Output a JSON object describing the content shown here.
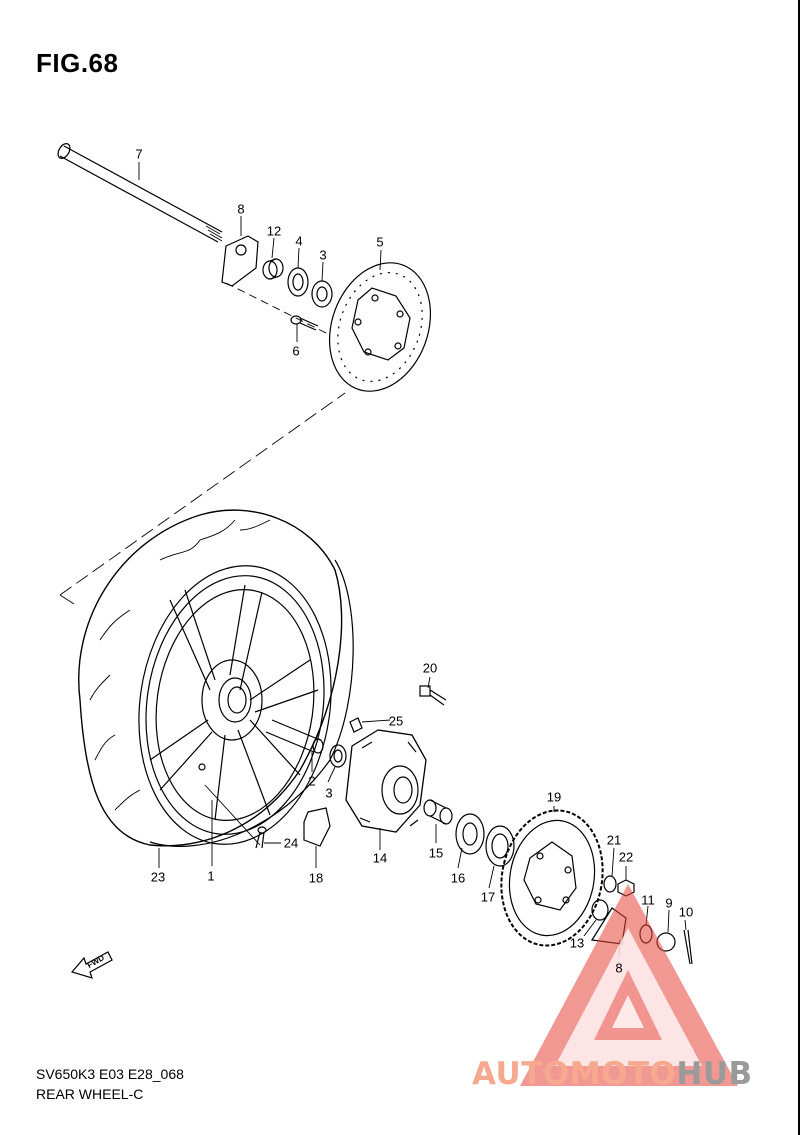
{
  "figure": {
    "title": "FIG.68",
    "code": "SV650K3 E03 E28_068",
    "name": "REAR WHEEL-C"
  },
  "callouts": [
    {
      "id": "7",
      "label": "7"
    },
    {
      "id": "8a",
      "label": "8"
    },
    {
      "id": "12",
      "label": "12"
    },
    {
      "id": "4",
      "label": "4"
    },
    {
      "id": "3a",
      "label": "3"
    },
    {
      "id": "5",
      "label": "5"
    },
    {
      "id": "6",
      "label": "6"
    },
    {
      "id": "20",
      "label": "20"
    },
    {
      "id": "25",
      "label": "25"
    },
    {
      "id": "2",
      "label": "2"
    },
    {
      "id": "3b",
      "label": "3"
    },
    {
      "id": "24",
      "label": "24"
    },
    {
      "id": "18",
      "label": "18"
    },
    {
      "id": "14",
      "label": "14"
    },
    {
      "id": "15",
      "label": "15"
    },
    {
      "id": "16",
      "label": "16"
    },
    {
      "id": "17",
      "label": "17"
    },
    {
      "id": "19",
      "label": "19"
    },
    {
      "id": "21",
      "label": "21"
    },
    {
      "id": "22",
      "label": "22"
    },
    {
      "id": "11",
      "label": "11"
    },
    {
      "id": "9",
      "label": "9"
    },
    {
      "id": "10",
      "label": "10"
    },
    {
      "id": "13",
      "label": "13"
    },
    {
      "id": "8b",
      "label": "8"
    },
    {
      "id": "23",
      "label": "23"
    },
    {
      "id": "1",
      "label": "1"
    }
  ],
  "direction_arrow": {
    "label": "FWD"
  },
  "watermark": {
    "part1": "AUTOMOTO",
    "part2": "HUB",
    "color1": "#f7a98f",
    "color2": "#9a9a9a",
    "triangle_color": "#e8433b"
  }
}
